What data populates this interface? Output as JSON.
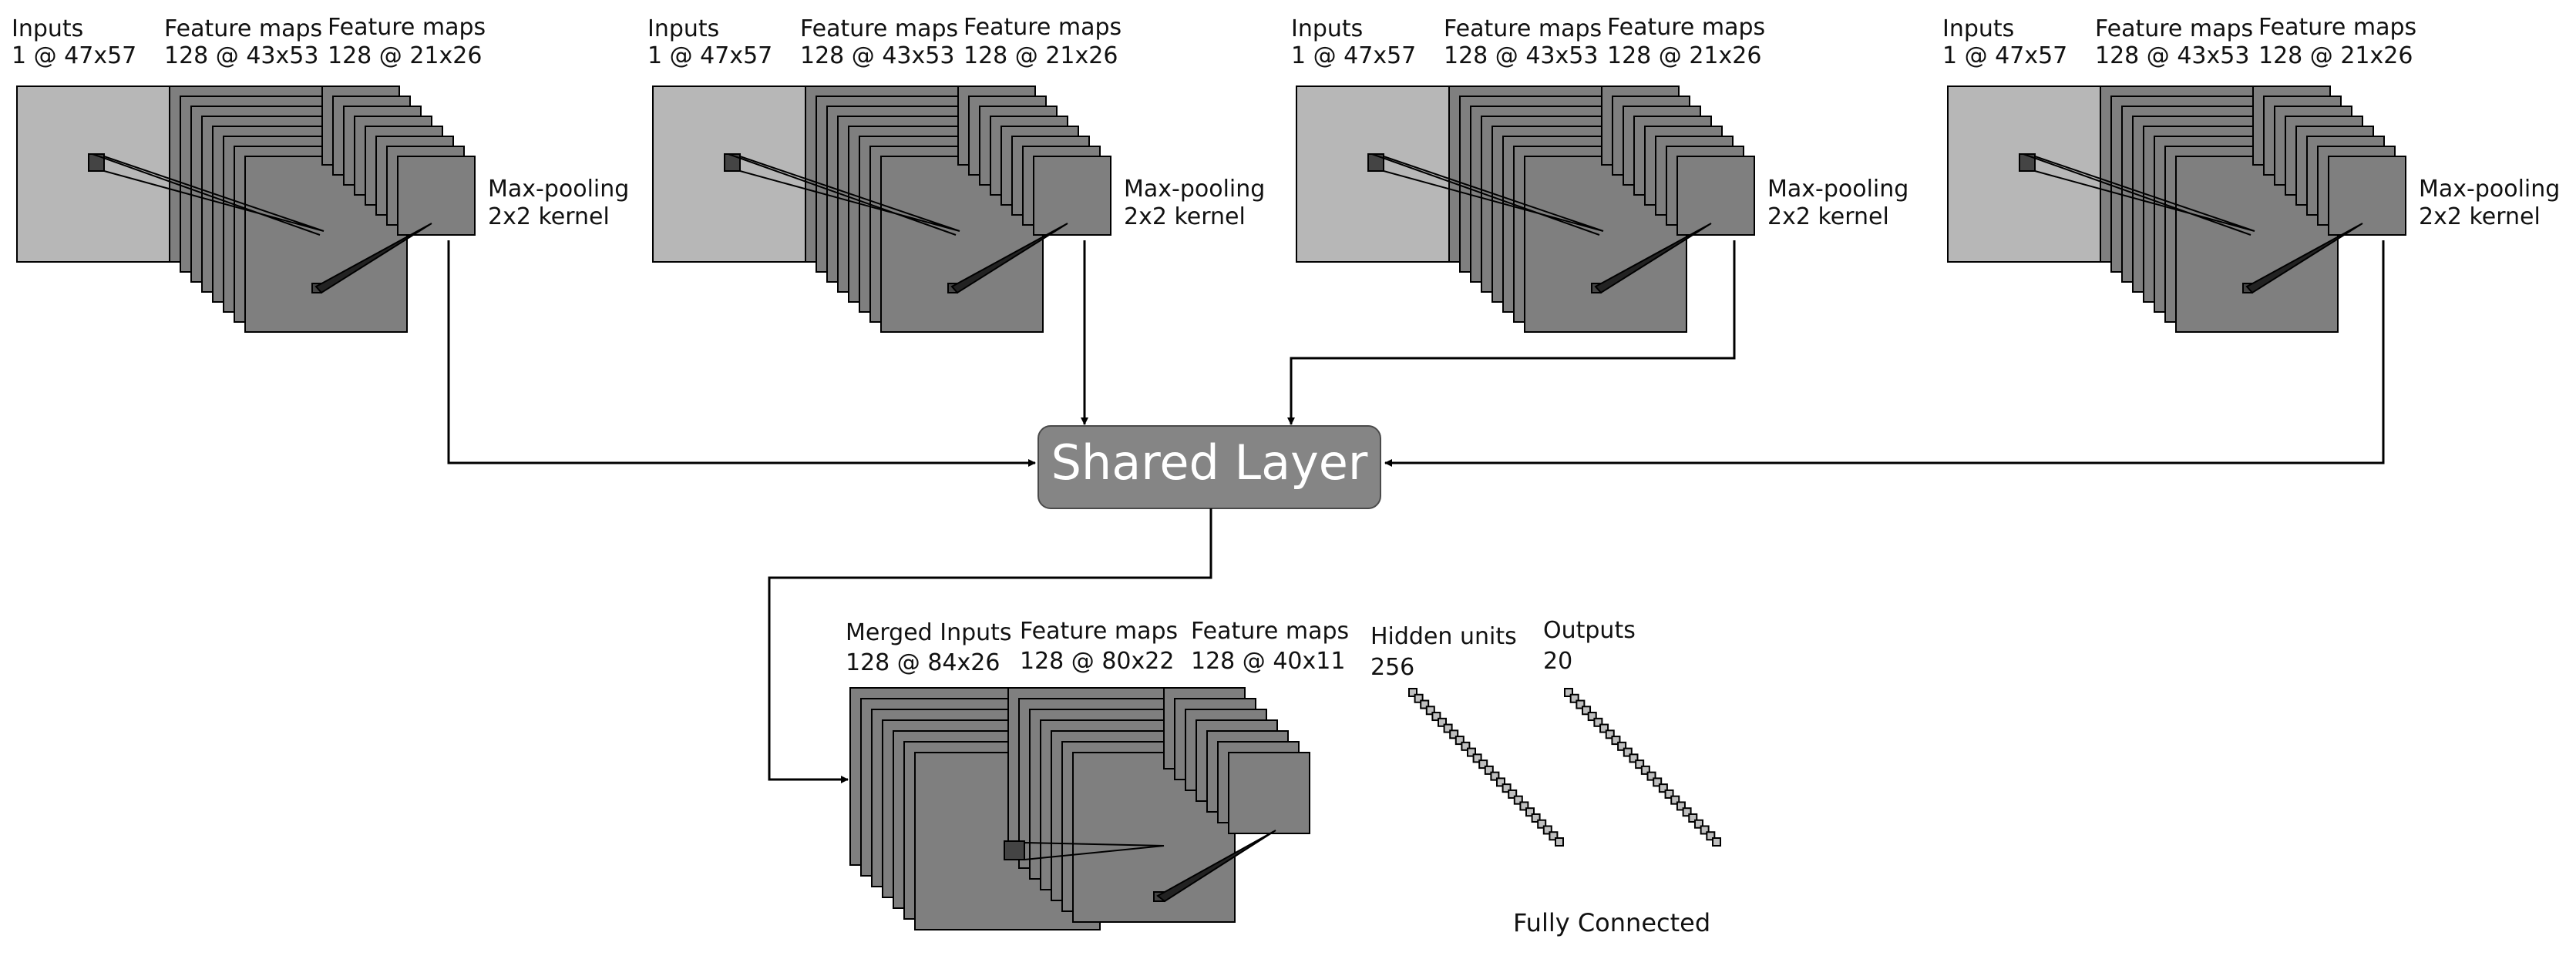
{
  "branches": [
    {
      "inputs": {
        "title": "Inputs",
        "dims": "1 @ 47x57"
      },
      "conv": {
        "title": "Feature maps",
        "dims": "128 @ 43x53"
      },
      "pool": {
        "title": "Feature maps",
        "dims": "128 @ 21x26"
      },
      "pooling": {
        "title": "Max-pooling",
        "kernel": "2x2 kernel"
      }
    },
    {
      "inputs": {
        "title": "Inputs",
        "dims": "1 @ 47x57"
      },
      "conv": {
        "title": "Feature maps",
        "dims": "128 @ 43x53"
      },
      "pool": {
        "title": "Feature maps",
        "dims": "128 @ 21x26"
      },
      "pooling": {
        "title": "Max-pooling",
        "kernel": "2x2 kernel"
      }
    },
    {
      "inputs": {
        "title": "Inputs",
        "dims": "1 @ 47x57"
      },
      "conv": {
        "title": "Feature maps",
        "dims": "128 @ 43x53"
      },
      "pool": {
        "title": "Feature maps",
        "dims": "128 @ 21x26"
      },
      "pooling": {
        "title": "Max-pooling",
        "kernel": "2x2 kernel"
      }
    },
    {
      "inputs": {
        "title": "Inputs",
        "dims": "1 @ 47x57"
      },
      "conv": {
        "title": "Feature maps",
        "dims": "128 @ 43x53"
      },
      "pool": {
        "title": "Feature maps",
        "dims": "128 @ 21x26"
      },
      "pooling": {
        "title": "Max-pooling",
        "kernel": "2x2 kernel"
      }
    }
  ],
  "shared_layer": {
    "label": "Shared Layer"
  },
  "merged": {
    "inputs": {
      "title": "Merged Inputs",
      "dims": "128 @ 84x26"
    },
    "conv": {
      "title": "Feature maps",
      "dims": "128 @ 80x22"
    },
    "pool": {
      "title": "Feature maps",
      "dims": "128 @ 40x11"
    },
    "hidden": {
      "title": "Hidden units",
      "count": "256"
    },
    "outputs": {
      "title": "Outputs",
      "count": "20"
    },
    "fc_label": "Fully Connected"
  },
  "colors": {
    "input_plane": "#b7b7b7",
    "feature_map": "#7f7f7f",
    "shared_fill": "#858585",
    "stroke": "#000000"
  }
}
